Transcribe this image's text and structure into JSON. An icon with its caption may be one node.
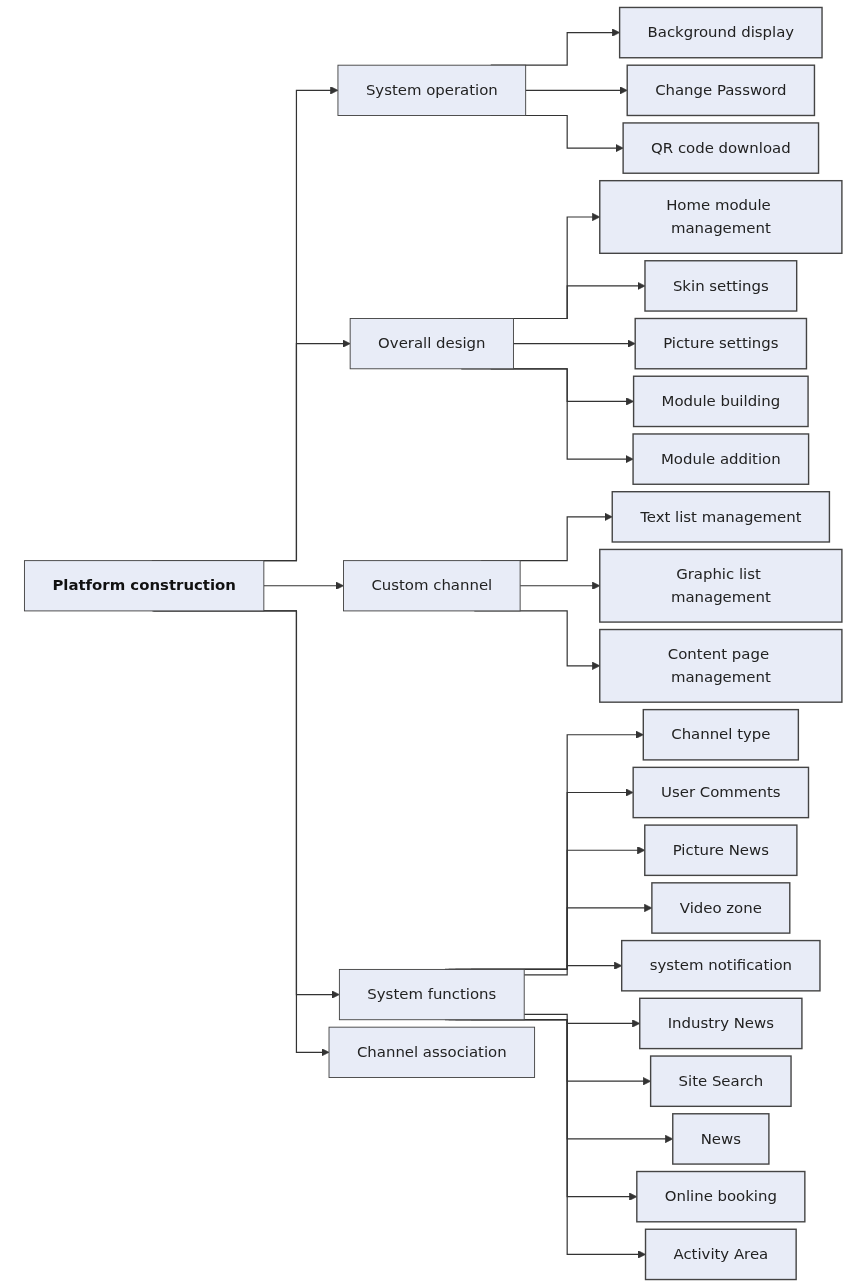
{
  "diagram": {
    "nodes": [
      {
        "text": [
          "Platform construction"
        ]
      },
      {
        "text": [
          "System operation"
        ]
      },
      {
        "text": [
          "Background display"
        ]
      },
      {
        "text": [
          "Change Password"
        ]
      },
      {
        "text": [
          "QR code download"
        ]
      },
      {
        "text": [
          "Overall design"
        ]
      },
      {
        "text": [
          "Home module management"
        ]
      },
      {
        "text": [
          "Skin settings"
        ]
      },
      {
        "text": [
          "Picture settings"
        ]
      },
      {
        "text": [
          "Module building"
        ]
      },
      {
        "text": [
          "Module addition"
        ]
      },
      {
        "text": [
          "Custom channel"
        ]
      },
      {
        "text": [
          "Text list management"
        ]
      },
      {
        "text": [
          "Graphic list management"
        ]
      },
      {
        "text": [
          "Content page management"
        ]
      },
      {
        "text": [
          "System functions"
        ]
      },
      {
        "text": [
          "Channel type"
        ]
      },
      {
        "text": [
          "User Comments"
        ]
      },
      {
        "text": [
          "Picture News"
        ]
      },
      {
        "text": [
          "Video zone"
        ]
      },
      {
        "text": [
          "system notification"
        ]
      },
      {
        "text": [
          "Industry News"
        ]
      },
      {
        "text": [
          "Site Search"
        ]
      },
      {
        "text": [
          "News"
        ]
      },
      {
        "text": [
          "Online booking"
        ]
      },
      {
        "text": [
          "Activity Area"
        ]
      },
      {
        "text": [
          "Channel association"
        ]
      }
    ],
    "edges": [
      {
        "from": 0,
        "to": 1,
        "arrow": "to"
      },
      {
        "from": 0,
        "to": 5,
        "arrow": "to"
      },
      {
        "from": 0,
        "to": 11,
        "arrow": "to"
      },
      {
        "from": 0,
        "to": 15,
        "arrow": "to"
      },
      {
        "from": 0,
        "to": 26,
        "arrow": "to"
      },
      {
        "from": 1,
        "to": 2,
        "arrow": "to"
      },
      {
        "from": 1,
        "to": 3,
        "arrow": "to"
      },
      {
        "from": 1,
        "to": 4,
        "arrow": "to"
      },
      {
        "from": 5,
        "to": 6,
        "arrow": "to"
      },
      {
        "from": 5,
        "to": 7,
        "arrow": "to"
      },
      {
        "from": 5,
        "to": 8,
        "arrow": "to"
      },
      {
        "from": 5,
        "to": 9,
        "arrow": "to"
      },
      {
        "from": 5,
        "to": 10,
        "arrow": "to"
      },
      {
        "from": 11,
        "to": 12,
        "arrow": "to"
      },
      {
        "from": 11,
        "to": 13,
        "arrow": "to"
      },
      {
        "from": 11,
        "to": 14,
        "arrow": "to"
      },
      {
        "from": 15,
        "to": 16,
        "arrow": "to"
      },
      {
        "from": 15,
        "to": 17,
        "arrow": "to"
      },
      {
        "from": 15,
        "to": 18,
        "arrow": "to"
      },
      {
        "from": 15,
        "to": 19,
        "arrow": "to"
      },
      {
        "from": 15,
        "to": 20,
        "arrow": "to"
      },
      {
        "from": 15,
        "to": 21,
        "arrow": "to"
      },
      {
        "from": 15,
        "to": 22,
        "arrow": "to"
      },
      {
        "from": 15,
        "to": 23,
        "arrow": "to"
      },
      {
        "from": 15,
        "to": 24,
        "arrow": "to"
      },
      {
        "from": 15,
        "to": 25,
        "arrow": "to"
      }
    ]
  }
}
